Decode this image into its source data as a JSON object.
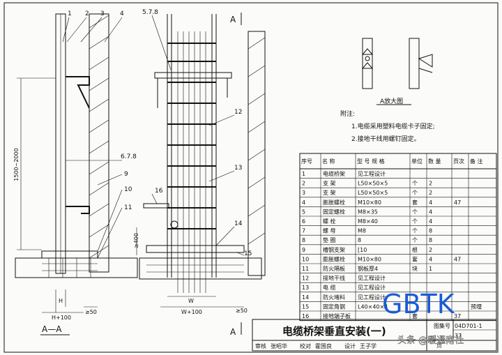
{
  "section_marks": {
    "top": "A",
    "bottom": "A"
  },
  "callouts_left": [
    "1",
    "2",
    "3",
    "4",
    "6.7.8",
    "9",
    "10",
    "11"
  ],
  "callout_top": "5.7.8",
  "callouts_right": [
    "12",
    "13",
    "14",
    "15",
    "16"
  ],
  "dims": {
    "height_range": "1500~2000",
    "h": "H",
    "h_plus": "H+100",
    "gap_left": "≥50",
    "w": "W",
    "w_plus": "W+100",
    "gap_right": "≥50",
    "ge400": "≥400"
  },
  "section_title": "A—A",
  "detail_title": "A放大图",
  "notes": {
    "heading": "附注:",
    "items": [
      "1.电缆采用塑料电缆卡子固定;",
      "2.接地干线用螺钉固定。"
    ]
  },
  "table": {
    "headers": [
      "序号",
      "名 称",
      "型 号 规 格",
      "单位",
      "数 量",
      "页次",
      "备 注"
    ],
    "rows": [
      [
        "1",
        "电缆桥架",
        "见工程设计",
        "",
        "",
        "",
        ""
      ],
      [
        "2",
        "支 架",
        "L50×50×5",
        "个",
        "2",
        "",
        ""
      ],
      [
        "3",
        "支 架",
        "L50×50×5",
        "个",
        "2",
        "",
        ""
      ],
      [
        "4",
        "膨胀螺栓",
        "M10×80",
        "套",
        "4",
        "47",
        ""
      ],
      [
        "5",
        "固定螺栓",
        "M8×35",
        "个",
        "4",
        "",
        ""
      ],
      [
        "6",
        "螺 栓",
        "M8×40",
        "个",
        "4",
        "",
        ""
      ],
      [
        "7",
        "螺 母",
        "M8",
        "个",
        "8",
        "",
        ""
      ],
      [
        "8",
        "垫 圈",
        "8",
        "个",
        "8",
        "",
        ""
      ],
      [
        "9",
        "槽钢支架",
        "[10",
        "根",
        "2",
        "",
        ""
      ],
      [
        "10",
        "膨胀螺栓",
        "M10×80",
        "套",
        "4",
        "47",
        ""
      ],
      [
        "11",
        "防火隔板",
        "钢板厚4",
        "块",
        "1",
        "",
        ""
      ],
      [
        "12",
        "接地干线",
        "见工程设计",
        "",
        "",
        "",
        ""
      ],
      [
        "13",
        "电 缆",
        "见工程设计",
        "",
        "",
        "",
        ""
      ],
      [
        "14",
        "防火堵料",
        "见工程设计",
        "",
        "",
        "",
        ""
      ],
      [
        "15",
        "固定角钢",
        "L40×40×4",
        "",
        "",
        "",
        "预埋"
      ],
      [
        "16",
        "接地端子板",
        "",
        "套",
        "",
        "37",
        ""
      ]
    ]
  },
  "title_block": {
    "title": "电缆桥架垂直安装(一)",
    "atlas_label": "图集号",
    "atlas_no": "04D701-1",
    "page_label": "页",
    "page_no": "37",
    "signoff": [
      "审核",
      "张昭华",
      "校对",
      "霍国良",
      "设计",
      "王子学"
    ]
  },
  "watermark": "GBTK",
  "attribution": "头条 @暖通南社"
}
